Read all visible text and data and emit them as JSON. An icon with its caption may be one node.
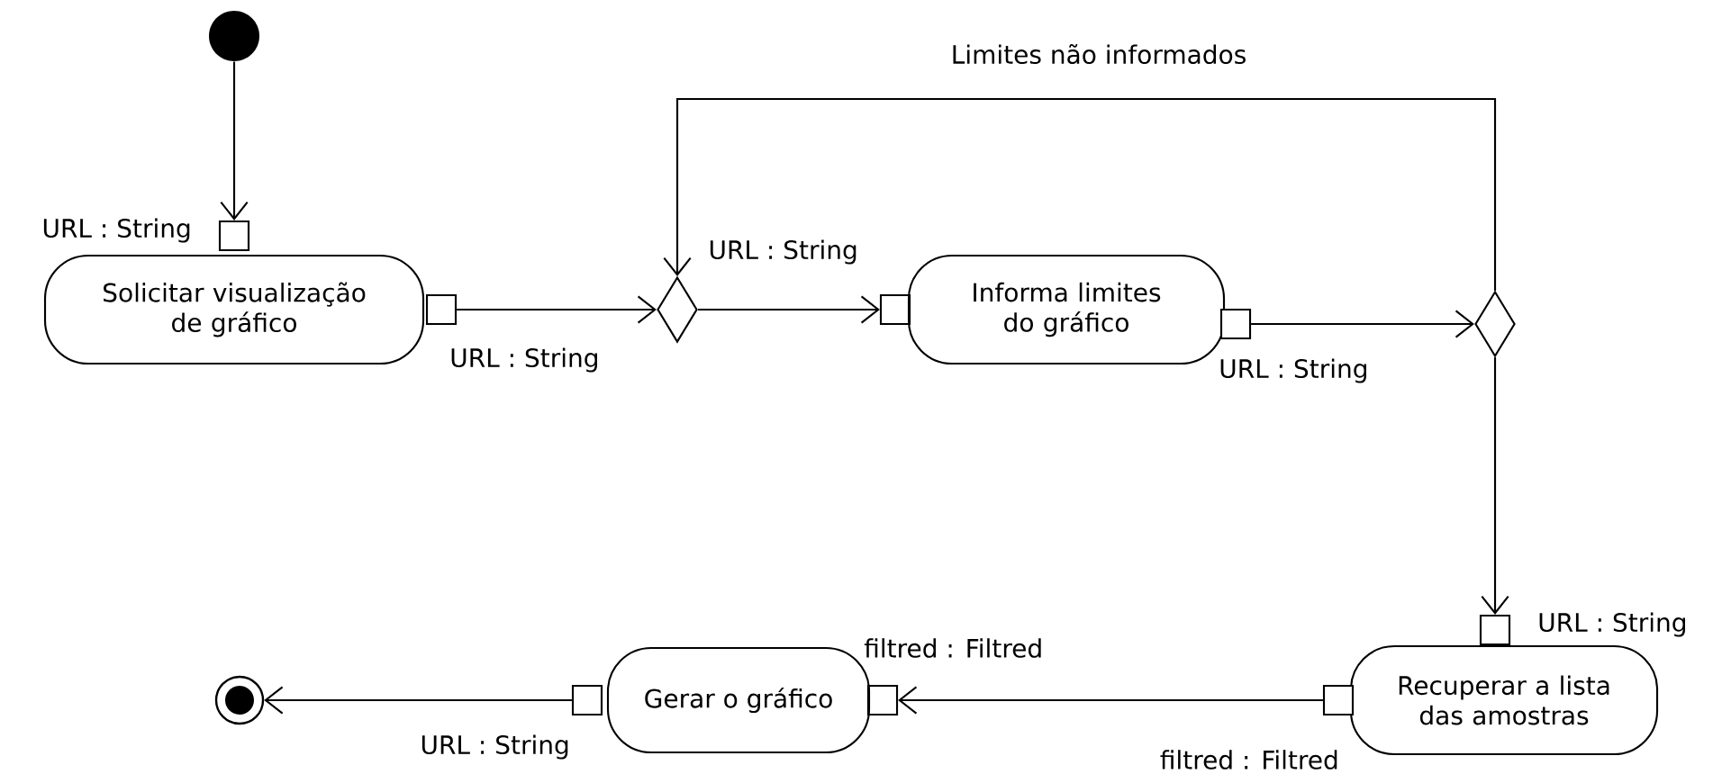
{
  "diagram": {
    "nodes": [
      {
        "text": [],
        "shape": "circle"
      },
      {
        "text": [
          "Solicitar visualização de gráfico"
        ]
      },
      {
        "text": [],
        "shape": "box"
      },
      {
        "text": [],
        "shape": "box"
      },
      {
        "text": [],
        "shape": "diamond"
      },
      {
        "text": [],
        "shape": "box"
      },
      {
        "text": [
          "Informa limites do gráfico"
        ]
      },
      {
        "text": [],
        "shape": "box"
      },
      {
        "text": [],
        "shape": "diamond"
      },
      {
        "text": [],
        "shape": "box"
      },
      {
        "text": [
          "Recuperar a lista das amostras"
        ]
      },
      {
        "text": [],
        "shape": "box"
      },
      {
        "text": [],
        "shape": "box"
      },
      {
        "text": [
          "Gerar o gráfico"
        ]
      },
      {
        "text": [],
        "shape": "box"
      },
      {
        "text": [],
        "shape": "bullseye"
      }
    ],
    "edges": [
      {
        "from": 0,
        "to": 2,
        "arrow": "to"
      },
      {
        "from": 3,
        "to": 4,
        "arrow": "to"
      },
      {
        "from": 4,
        "to": 5,
        "arrow": "to"
      },
      {
        "from": 7,
        "to": 8,
        "arrow": "to"
      },
      {
        "from": 8,
        "to": 4,
        "arrow": "to",
        "label": "Limites não informados"
      },
      {
        "from": 8,
        "to": 9,
        "arrow": "to"
      },
      {
        "from": 11,
        "to": 12,
        "arrow": "to"
      },
      {
        "from": 14,
        "to": 15,
        "arrow": "to"
      }
    ],
    "labels": [
      "URL : String",
      "URL : String",
      "URL : String",
      "URL : String",
      "URL : String",
      "filtred : Filtred",
      "URL : String",
      "filtred : Filtred"
    ]
  }
}
